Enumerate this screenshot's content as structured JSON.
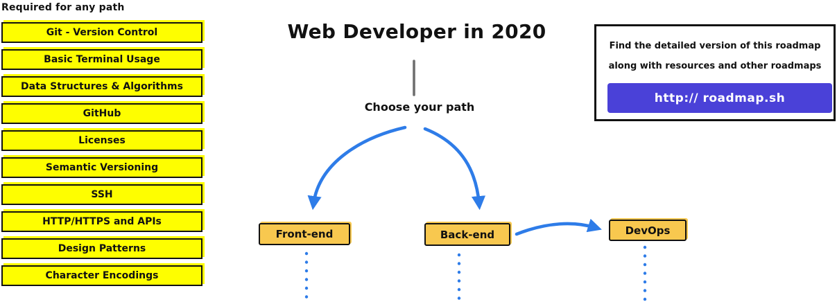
{
  "page": {
    "title": "Web Developer in 2020",
    "choose_path_label": "Choose your path"
  },
  "left_panel": {
    "heading": "Required for any path",
    "items": [
      "Git - Version Control",
      "Basic Terminal Usage",
      "Data Structures & Algorithms",
      "GitHub",
      "Licenses",
      "Semantic Versioning",
      "SSH",
      "HTTP/HTTPS and APIs",
      "Design Patterns",
      "Character Encodings"
    ]
  },
  "paths": {
    "frontend": "Front-end",
    "backend": "Back-end",
    "devops": "DevOps"
  },
  "info_box": {
    "line1": "Find the detailed version of this roadmap",
    "line2": "along with resources and other roadmaps",
    "button_label": "http:// roadmap.sh"
  },
  "colors": {
    "highlight_yellow": "#fefe00",
    "node_orange": "#f8c84f",
    "arrow_blue": "#2e7ce8",
    "button_purple": "#4a41d8"
  }
}
